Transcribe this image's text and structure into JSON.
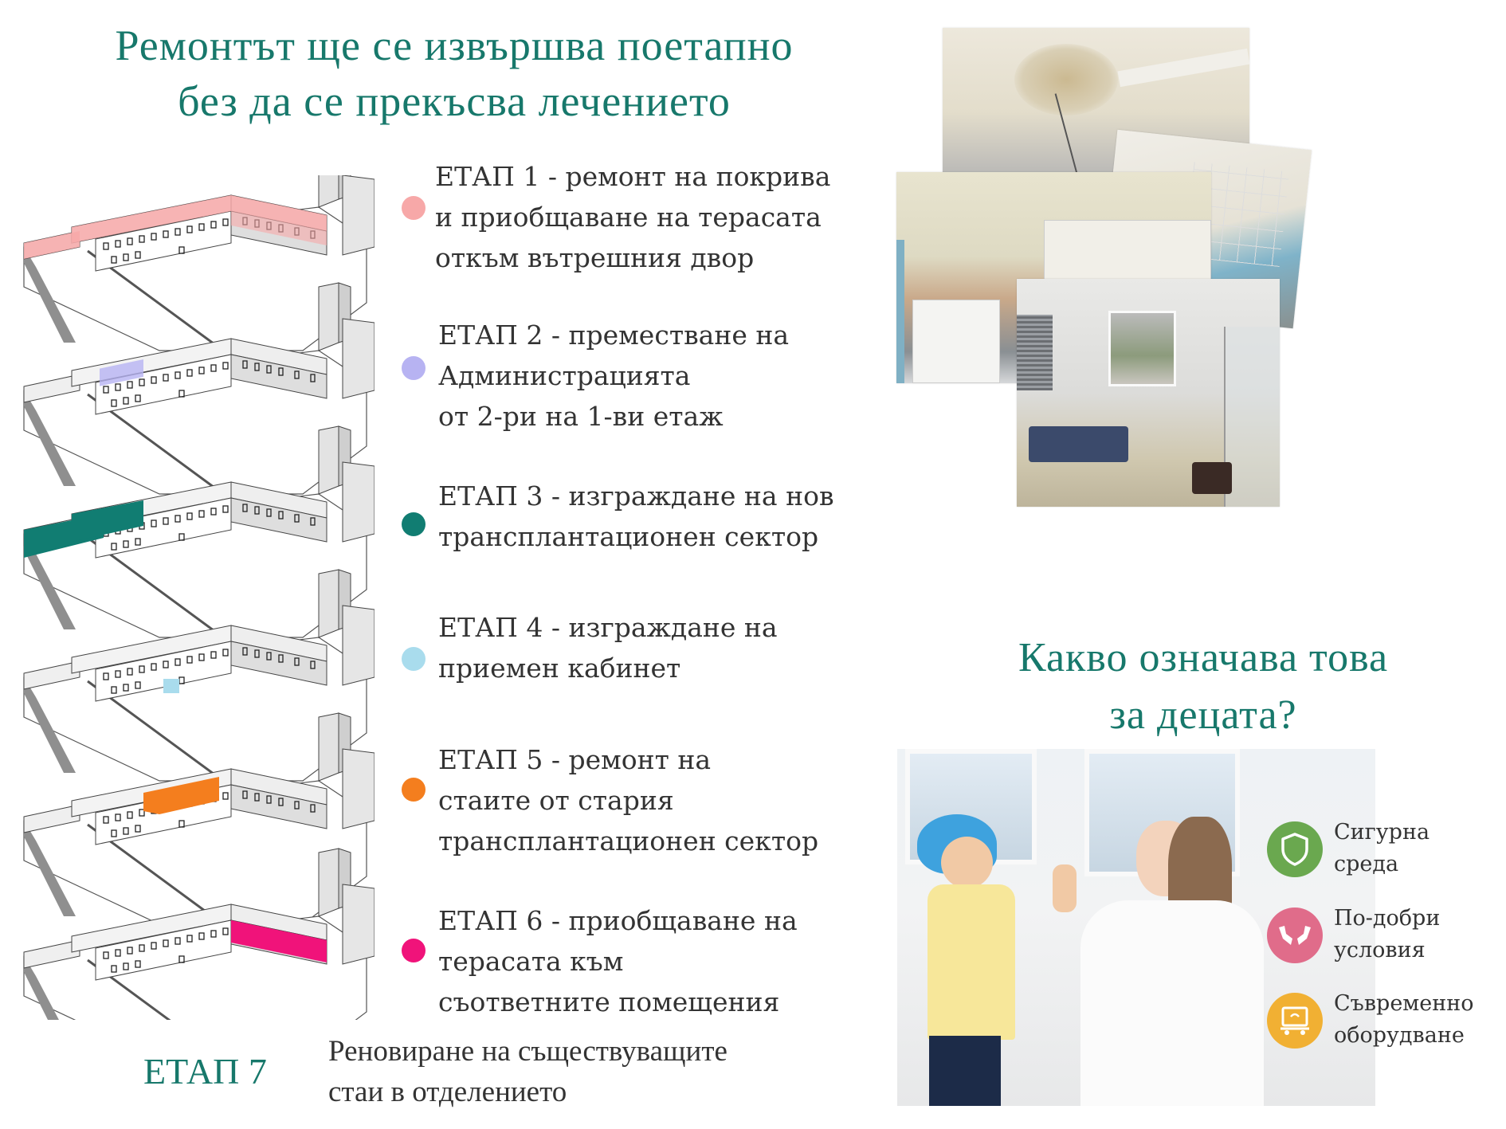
{
  "title": {
    "line1": "Ремонтът ще се извършва поетапно",
    "line2": "без да се прекъсва лечението"
  },
  "stages": [
    {
      "id": 1,
      "text": "ЕТАП 1 - ремонт на покрива\nи приобщаване на терасата\nоткъм вътрешния двор",
      "color": "#f7a8a8"
    },
    {
      "id": 2,
      "text": "ЕТАП 2 - преместване на\nАдминистрацията\nот 2-ри на 1-ви етаж",
      "color": "#b7b3f2"
    },
    {
      "id": 3,
      "text": "ЕТАП 3 - изграждане на нов\nтрансплантационен сектор",
      "color": "#117d72"
    },
    {
      "id": 4,
      "text": "ЕТАП 4 - изграждане на\nприемен кабинет",
      "color": "#a9dced"
    },
    {
      "id": 5,
      "text": "ЕТАП 5 - ремонт на\nстаите от стария\nтрансплантационен сектор",
      "color": "#f47e1e"
    },
    {
      "id": 6,
      "text": "ЕТАП 6 - приобщаване на\nтерасата към\nсъответните помещения",
      "color": "#f0137a"
    }
  ],
  "etap7": {
    "label": "ЕТАП 7",
    "text": "Реновиране на съществуващите\nстаи в отделението"
  },
  "question": {
    "line1": "Какво означава това",
    "line2": "за децата?"
  },
  "benefits": [
    {
      "icon": "shield-icon",
      "label": "Сигурна\nсреда",
      "color": "#6aa84f"
    },
    {
      "icon": "hands-icon",
      "label": "По-добри\nусловия",
      "color": "#e06c8a"
    },
    {
      "icon": "equipment-icon",
      "label": "Съвременно\nоборудване",
      "color": "#f1b033"
    }
  ],
  "colors": {
    "accent": "#17786b",
    "text": "#333333"
  }
}
